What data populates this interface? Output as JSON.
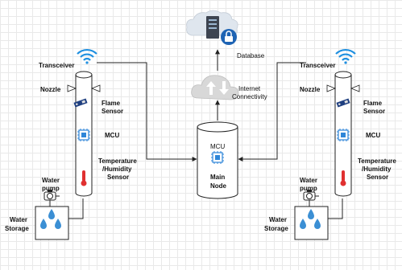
{
  "diagram": {
    "database_label": "Database",
    "internet_label_1": "Internet",
    "internet_label_2": "Connectivity",
    "main_node": {
      "mcu_label": "MCU",
      "label_1": "Main",
      "label_2": "Node"
    },
    "left_unit": {
      "transceiver": "Transceiver",
      "nozzle": "Nozzle",
      "flame_1": "Flame",
      "flame_2": "Sensor",
      "mcu": "MCU",
      "temp_1": "Temperature",
      "temp_2": "/Humidity",
      "temp_3": "Sensor",
      "pump_1": "Water",
      "pump_2": "pump",
      "storage_1": "Water",
      "storage_2": "Storage"
    },
    "right_unit": {
      "transceiver": "Transceiver",
      "nozzle": "Nozzle",
      "flame_1": "Flame",
      "flame_2": "Sensor",
      "mcu": "MCU",
      "temp_1": "Temperature",
      "temp_2": "/Humidity",
      "temp_3": "Sensor",
      "pump_1": "Water",
      "pump_2": "pump",
      "storage_1": "Water",
      "storage_2": "Storage"
    },
    "colors": {
      "wifi": "#1e8fe0",
      "mcu_chip": "#2f86d8",
      "water": "#3b8fd4",
      "thermometer": "#e03030",
      "lock": "#1e64b4",
      "cloud": "#d8d8d8"
    }
  }
}
